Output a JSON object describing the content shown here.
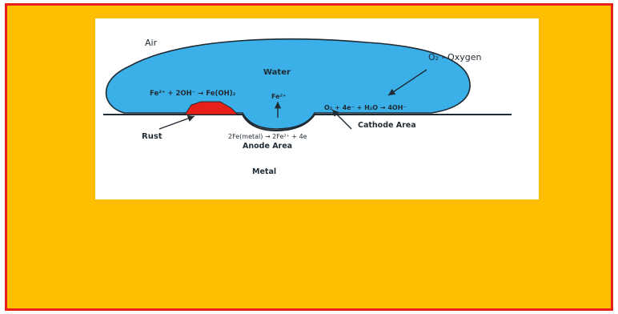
{
  "diagram": {
    "labels": {
      "air": "Air",
      "water": "Water",
      "oxygen": "O₂ - Oxygen",
      "rust_reaction": "Fe²⁺ + 2OH⁻ → Fe(OH)₂",
      "fe_ion": "Fe²⁺",
      "cathode_reaction": "O₂ + 4e⁻ + H₂O → 4OH⁻",
      "cathode_area": "Cathode Area",
      "rust": "Rust",
      "anode_reaction": "2Fe(metal) → 2Fe²⁺ + 4e",
      "anode_area": "Anode Area",
      "metal": "Metal"
    },
    "colors": {
      "frame_fill": "#FFBF00",
      "frame_border": "#E8201A",
      "water": "#3BB0E8",
      "rust": "#E8201A",
      "line": "#1f2a33"
    }
  }
}
